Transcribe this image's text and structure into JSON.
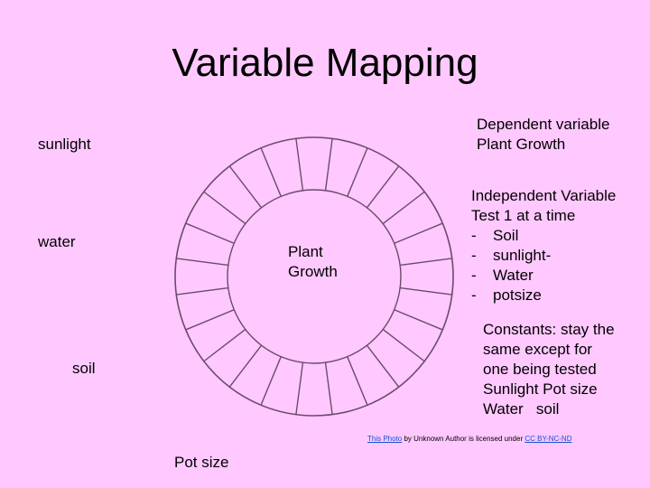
{
  "slide": {
    "title": "Variable Mapping",
    "background_color": "#ffc9ff",
    "labels": {
      "sunlight": "sunlight",
      "water": "water",
      "soil": "soil",
      "pot_size": "Pot size"
    },
    "center_label": [
      "Plant",
      "Growth"
    ],
    "dependent": [
      "Dependent variable",
      "Plant Growth"
    ],
    "independent": {
      "heading": [
        "Independent Variable",
        "Test 1 at a time"
      ],
      "items": [
        "Soil",
        "sunlight-",
        "Water",
        "potsize"
      ],
      "bullet": "-"
    },
    "constants": [
      "Constants: stay the",
      "same except for",
      "one being tested",
      "Sunlight Pot size",
      "Water   soil"
    ],
    "wheel": {
      "spokes": 24,
      "stroke_color": "#6b4a6b"
    },
    "attribution": {
      "link1": "This Photo",
      "middle": " by Unknown Author is licensed under ",
      "link2": "CC BY-NC-ND"
    }
  }
}
